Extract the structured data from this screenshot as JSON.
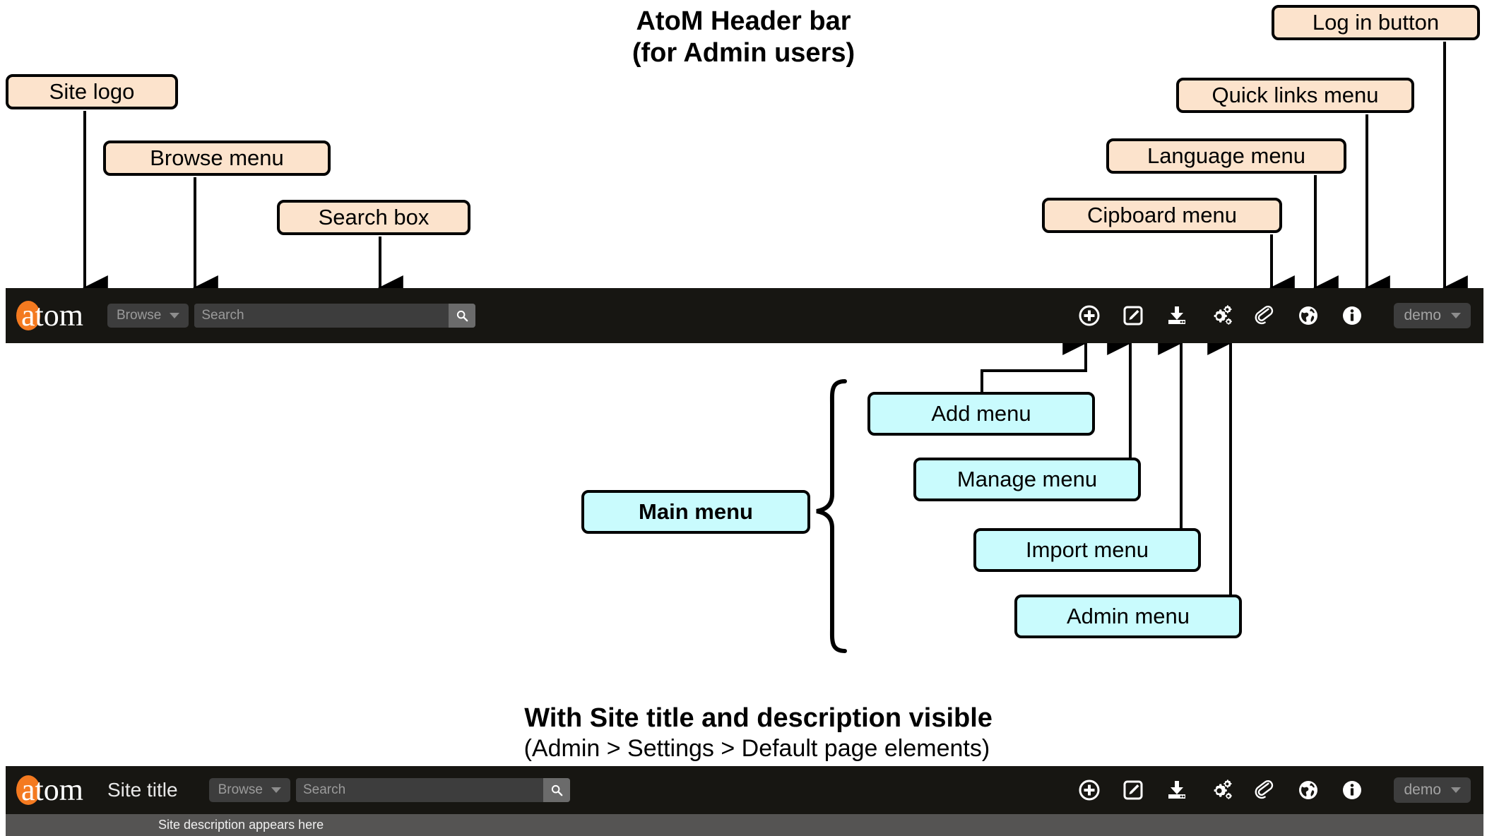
{
  "figure": {
    "title_line1": "AtoM Header bar",
    "title_line2": "(for Admin users)",
    "bottom_title": "With Site title and description visible",
    "bottom_subtitle": "(Admin > Settings > Default page elements)"
  },
  "colors": {
    "callout_peach": "#fce3cc",
    "callout_cyan": "#c9fbfd",
    "callout_border": "#000000",
    "bar_background": "#171612",
    "logo_accent": "#f47a20",
    "desc_bar_background": "#555453",
    "control_background": "#3d3d3d",
    "search_button": "#6b6b6b"
  },
  "callouts": {
    "peach": [
      {
        "label": "Site logo"
      },
      {
        "label": "Browse menu"
      },
      {
        "label": "Search box"
      },
      {
        "label": "Cipboard menu"
      },
      {
        "label": "Language menu"
      },
      {
        "label": "Quick links menu"
      },
      {
        "label": "Log in button"
      }
    ],
    "cyan": [
      {
        "label": "Main menu"
      },
      {
        "label": "Add menu"
      },
      {
        "label": "Manage menu"
      },
      {
        "label": "Import menu"
      },
      {
        "label": "Admin menu"
      }
    ]
  },
  "header_bar_admin": {
    "logo_text": "atom",
    "browse_label": "Browse",
    "search_placeholder": "Search",
    "search_value": "",
    "search_icon": "magnifier-icon",
    "user_label": "demo",
    "icons": [
      {
        "name": "add-icon",
        "title": "Add menu"
      },
      {
        "name": "manage-icon",
        "title": "Manage menu"
      },
      {
        "name": "import-icon",
        "title": "Import menu"
      },
      {
        "name": "admin-gears-icon",
        "title": "Admin menu"
      },
      {
        "name": "clipboard-paperclip-icon",
        "title": "Clipboard menu"
      },
      {
        "name": "language-globe-icon",
        "title": "Language menu"
      },
      {
        "name": "quick-links-info-icon",
        "title": "Quick links menu"
      }
    ]
  },
  "header_bar_with_title": {
    "logo_text": "atom",
    "site_title": "Site title",
    "browse_label": "Browse",
    "search_placeholder": "Search",
    "search_value": "",
    "user_label": "demo",
    "site_description": "Site description appears here"
  }
}
